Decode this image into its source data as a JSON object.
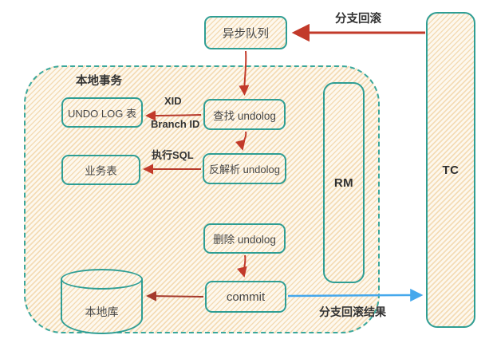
{
  "colors": {
    "node_border": "#2f9e94",
    "container_border": "#3aa79b",
    "arrow_red": "#c23a2a",
    "arrow_dark_red": "#a53a2c",
    "arrow_blue": "#45a8ec",
    "label_text": "#333333",
    "node_text": "#474747",
    "fill_base": "#fdf8ee",
    "fill_stripe": "#f4dcb6"
  },
  "nodes": {
    "async_queue": "异步队列",
    "local_transaction": "本地事务",
    "undo_log_table": "UNDO LOG 表",
    "find_undolog": "查找 undolog",
    "biz_table": "业务表",
    "parse_undolog": "反解析 undolog",
    "delete_undolog": "删除 undolog",
    "commit": "commit",
    "local_db": "本地库",
    "rm": "RM",
    "tc": "TC"
  },
  "edges": {
    "branch_rollback": "分支回滚",
    "xid": "XID",
    "branch_id": "Branch ID",
    "execute_sql": "执行SQL",
    "branch_rollback_result": "分支回滚结果"
  }
}
